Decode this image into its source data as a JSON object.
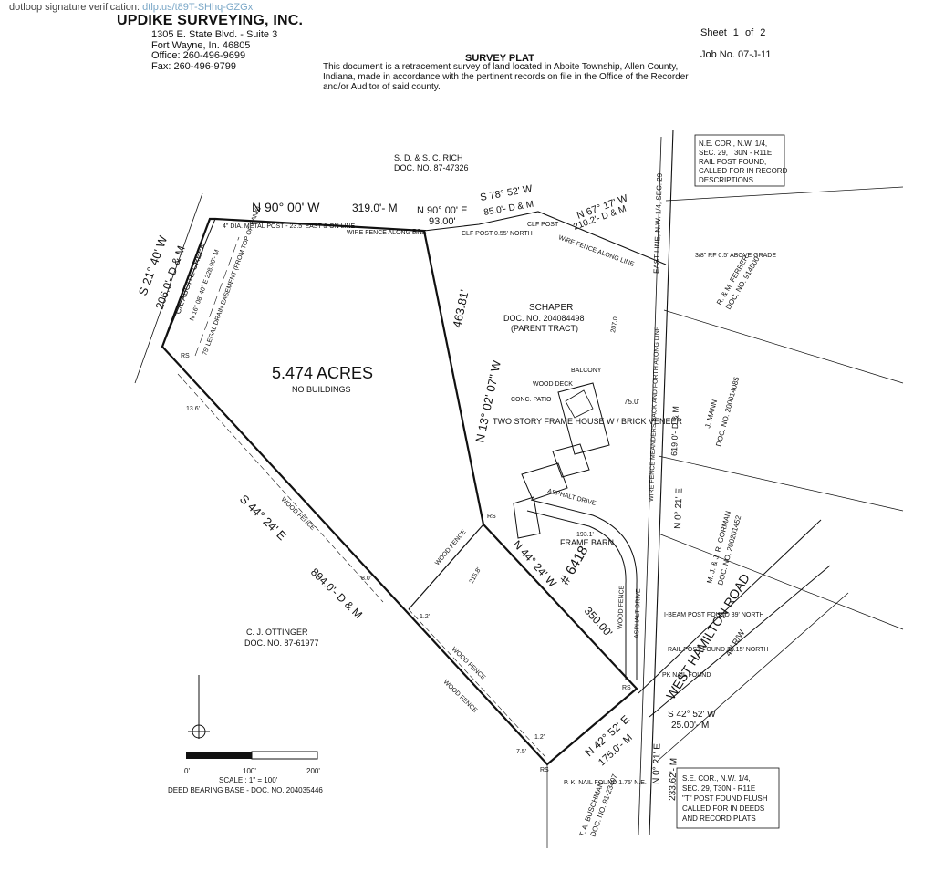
{
  "header": {
    "verification_label": "dotloop signature verification:",
    "verification_link": "dtlp.us/t89T-SHhq-GZGx",
    "company": "UPDIKE SURVEYING, INC.",
    "address_lines": [
      "1305 E. State Blvd. - Suite 3",
      "Fort Wayne, In. 46805",
      "Office: 260-496-9699",
      "Fax: 260-496-9799"
    ],
    "title": "SURVEY PLAT",
    "description": "This document is a retracement survey of land located in Aboite Township, Allen County, Indiana, made in accordance with the pertinent records on file in the Office of the Recorder and/or Auditor of said county.",
    "sheet": "Sheet 1 of 2",
    "job": "Job No. 07-J-11"
  },
  "plat": {
    "acreage": "5.474 ACRES",
    "no_buildings": "NO BUILDINGS",
    "north_line_bearing": "N 90° 00' W",
    "north_line_distance": "319.0'- M",
    "north_line2_bearing": "N 90° 00' E",
    "north_line2_distance": "93.00'",
    "north_line3": "S 78° 52' W",
    "north_line3_distance": "85.0'- D & M",
    "north_line4": "N 67° 17' W",
    "north_line4_distance": "210.2'- D & M",
    "west_line": "S 21° 40' W",
    "west_line_distance": "206.0'- D & M",
    "creek": "C/L ABOITE CREEK",
    "drain_easement": "75' LEGAL DRAIN EASEMENT (FROM TOP OF BANK)",
    "creek_bearing": "N 16° 08' 40\" E 228.90'- M",
    "metal_post": "4\" DIA. METAL POST - 23.5' EAST & ON LINE",
    "wire_fence_along_line": "WIRE FENCE ALONG LINE",
    "clf_post_north": "CLF POST 0.55' NORTH",
    "clf_post": "CLF POST",
    "wire_fence_along_line2": "WIRE FENCE ALONG LINE",
    "diag_line": "N 13° 02' 07\" W",
    "diag_line_distance": "463.81'",
    "schaper": "SCHAPER",
    "schaper_doc": "DOC. NO. 204084498",
    "schaper_parent": "(PARENT TRACT)",
    "house": "TWO STORY FRAME HOUSE W / BRICK VENEER",
    "wood_deck": "WOOD DECK",
    "balcony": "BALCONY",
    "conc_patio": "CONC. PATIO",
    "asphalt_drive": "ASPHALT DRIVE",
    "asphalt_drive2": "ASPHALT DRIVE",
    "frame_barn": "FRAME BARN",
    "south_line": "S 44° 24' E",
    "south_line_distance": "894.0'- D & M",
    "wood_fence": "WOOD FENCE",
    "ottinger": "C. J. OTTINGER",
    "ottinger_doc": "DOC. NO. 87-61977",
    "parcel_line": "N 44° 24' W",
    "parcel_line_distance": "350.00'",
    "address_number": "# 6418",
    "front_line": "N 42° 52' E",
    "front_line_distance": "175.0'- M",
    "road_bearing": "S 42° 52' W",
    "road_bearing_distance": "25.00'- M",
    "east_line": "EAST LINE, N.W. 1/4, SEC. 29",
    "east_line_bearing": "N 0° 21' E",
    "east_line_distance": "619.0'- D & M",
    "east_line_bearing2": "N 0° 21' E",
    "east_line_distance2": "233.62'- M",
    "fence_meanders": "WIRE FENCE MEANDERS BACK AND FORTH ALONG LINE",
    "rich": "S. D. & S. C. RICH",
    "rich_doc": "DOC. NO. 87-47326",
    "ne_corner": [
      "N.E. COR., N.W. 1/4,",
      "SEC. 29, T30N - R11E",
      "RAIL POST FOUND,",
      "CALLED FOR IN RECORD",
      "DESCRIPTIONS"
    ],
    "se_corner": [
      "S.E. COR., N.W. 1/4,",
      "SEC. 29, T30N - R11E",
      "\"T\" POST FOUND FLUSH",
      "CALLED FOR IN DEEDS",
      "AND RECORD PLATS"
    ],
    "ferber": "R. & M. FERBER",
    "ferber_doc": "DOC. NO. 914500",
    "mann": "J. MANN",
    "mann_doc": "DOC. NO. 200014085",
    "gorman": "M. J. & J. R. GORMAN",
    "gorman_doc": "DOC. NO. 200201452",
    "rf_above": "3/8\" RF 0.5' ABOVE GRADE",
    "ibeam": "I-BEAM POST FOUND 39' NORTH",
    "rail_post": "RAIL POST FOUND 30.15' NORTH",
    "pk_nail": "PK NAIL FOUND",
    "pk_nail_found": "P. K. NAIL FOUND 1.75' N.E.",
    "buschman": "T. A. BUSCHMAN",
    "buschman_doc": "DOC. NO. 91-23407",
    "road_name": "WEST HAMILTON ROAD",
    "road_width": "40' R/W",
    "dim_2078": "207.0'",
    "dim_75": "75.0'",
    "dim_1931": "193.1'",
    "dim_2158": "215.8'",
    "dim_136": "13.6'",
    "dim_80": "8.0'",
    "dim_12": "1.2'",
    "dim_12b": "1.2'",
    "dim_75b": "7.5'",
    "rs": "RS"
  },
  "scale": {
    "ticks": [
      "0'",
      "100'",
      "200'"
    ],
    "label": "SCALE : 1\" = 100'",
    "basis": "DEED BEARING BASE - DOC. NO. 204035446"
  }
}
